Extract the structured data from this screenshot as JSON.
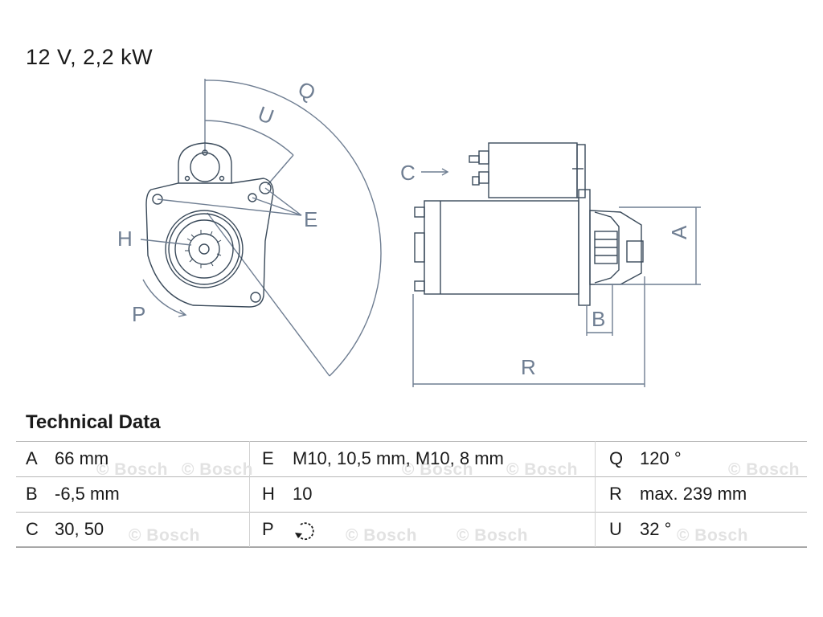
{
  "header": {
    "spec": "12 V, 2,2 kW"
  },
  "diagram": {
    "labels": {
      "q": "Q",
      "u": "U",
      "e": "E",
      "h": "H",
      "p": "P",
      "c": "C",
      "a": "A",
      "b": "B",
      "r": "R"
    }
  },
  "technical": {
    "title": "Technical Data",
    "rows": [
      [
        {
          "key": "A",
          "value": "66 mm"
        },
        {
          "key": "E",
          "value": "M10, 10,5 mm, M10, 8 mm"
        },
        {
          "key": "Q",
          "value": "120 °"
        }
      ],
      [
        {
          "key": "B",
          "value": "-6,5 mm"
        },
        {
          "key": "H",
          "value": "10"
        },
        {
          "key": "R",
          "value": "max. 239 mm"
        }
      ],
      [
        {
          "key": "C",
          "value": "30, 50"
        },
        {
          "key": "P",
          "value": ""
        },
        {
          "key": "U",
          "value": "32 °"
        }
      ]
    ],
    "p_icon": "rotation-direction-icon"
  },
  "watermark": {
    "text": "© Bosch"
  },
  "colors": {
    "line": "#3a4a5a",
    "dim": "#6f7e92",
    "text": "#1a1a1a",
    "watermark": "#e2e2e2"
  }
}
